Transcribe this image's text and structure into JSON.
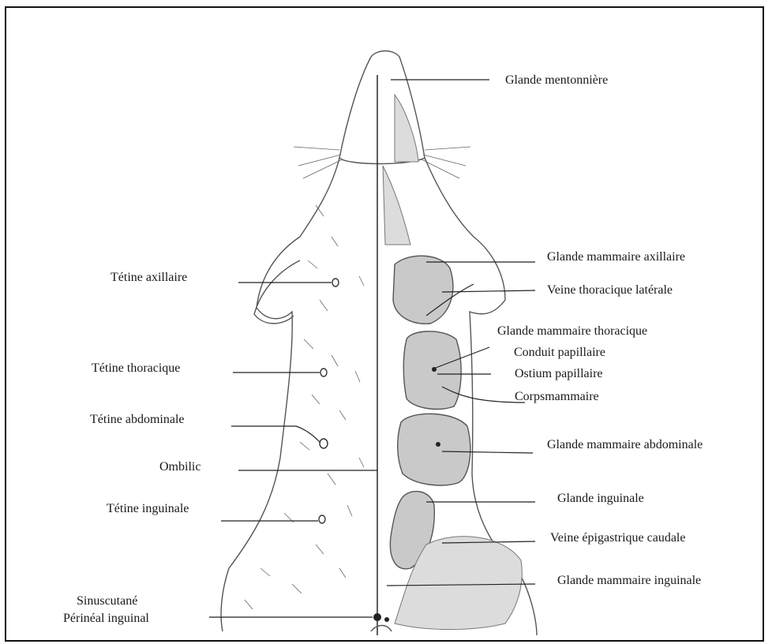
{
  "labels_left": {
    "tetine_axillaire": "Tétine axillaire",
    "tetine_thoracique": "Tétine thoracique",
    "tetine_abdominale": "Tétine abdominale",
    "ombilic": "Ombilic",
    "tetine_inguinale": "Tétine inguinale",
    "sinus_line1": "Sinuscutané",
    "sinus_line2": "Périnéal inguinal"
  },
  "labels_right": {
    "glande_mentonniere": "Glande mentonnière",
    "glande_mammaire_axillaire": "Glande mammaire axillaire",
    "veine_thoracique_laterale": "Veine thoracique latérale",
    "glande_mammaire_thoracique": "Glande mammaire thoracique",
    "conduit_papillaire": "Conduit papillaire",
    "ostium_papillaire": "Ostium papillaire",
    "corps_mammaire": "Corpsmammaire",
    "glande_mammaire_abdominale": "Glande mammaire abdominale",
    "glande_inguinale": "Glande inguinale",
    "veine_epigastrique_caudale": "Veine épigastrique caudale",
    "glande_mammaire_inguinale": "Glande mammaire inguinale"
  }
}
